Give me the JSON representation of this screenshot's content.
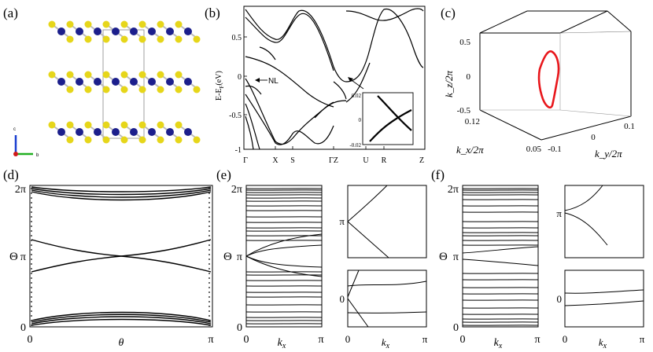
{
  "panels": {
    "a": {
      "label": "(a)",
      "axis_labels": {
        "c": "c",
        "b": "b"
      }
    },
    "b": {
      "label": "(b)",
      "ylabel": "E-E",
      "ylabel_sub": "F",
      "ylabel_unit": "(eV)",
      "yticks": [
        "0.5",
        "0",
        "-0.5",
        "-1"
      ],
      "xticks": [
        "Γ",
        "X",
        "S",
        "ΓZ",
        "U",
        "R",
        "Z"
      ],
      "annotation": "NL",
      "inset_yticks": [
        "0.02",
        "0",
        "-0.02"
      ]
    },
    "c": {
      "label": "(c)",
      "zlabel": "k_z/2π",
      "zticks": [
        "0.5",
        "0",
        "-0.5"
      ],
      "xlabel": "k_x/2π",
      "xticks": [
        "0.12",
        "0.05"
      ],
      "ylabel": "k_y/2π",
      "yticks": [
        "-0.1",
        "0",
        "0.1"
      ]
    },
    "d": {
      "label": "(d)",
      "ylabel": "Θ",
      "yticks": [
        "2π",
        "π",
        "0"
      ],
      "xticks": [
        "0",
        "θ",
        "π"
      ]
    },
    "e": {
      "label": "(e)",
      "ylabel": "Θ",
      "yticks": [
        "2π",
        "π",
        "0"
      ],
      "xticks": [
        "0",
        "k",
        "π"
      ],
      "xvar_sub": "x",
      "inset_top_ytick": "π",
      "inset_bottom_ytick": "0",
      "inset_xticks": [
        "0",
        "k",
        "π"
      ]
    },
    "f": {
      "label": "(f)",
      "ylabel": "Θ",
      "yticks": [
        "2π",
        "π",
        "0"
      ],
      "xticks": [
        "0",
        "k",
        "π"
      ],
      "xvar_sub": "x",
      "inset_top_ytick": "π",
      "inset_bottom_ytick": "0",
      "inset_xticks": [
        "0",
        "k",
        "π"
      ]
    }
  },
  "colors": {
    "sulfur": "#e6d61a",
    "metal": "#1c1f8c",
    "nodal_line": "#e8161b",
    "axis": "#000000"
  }
}
